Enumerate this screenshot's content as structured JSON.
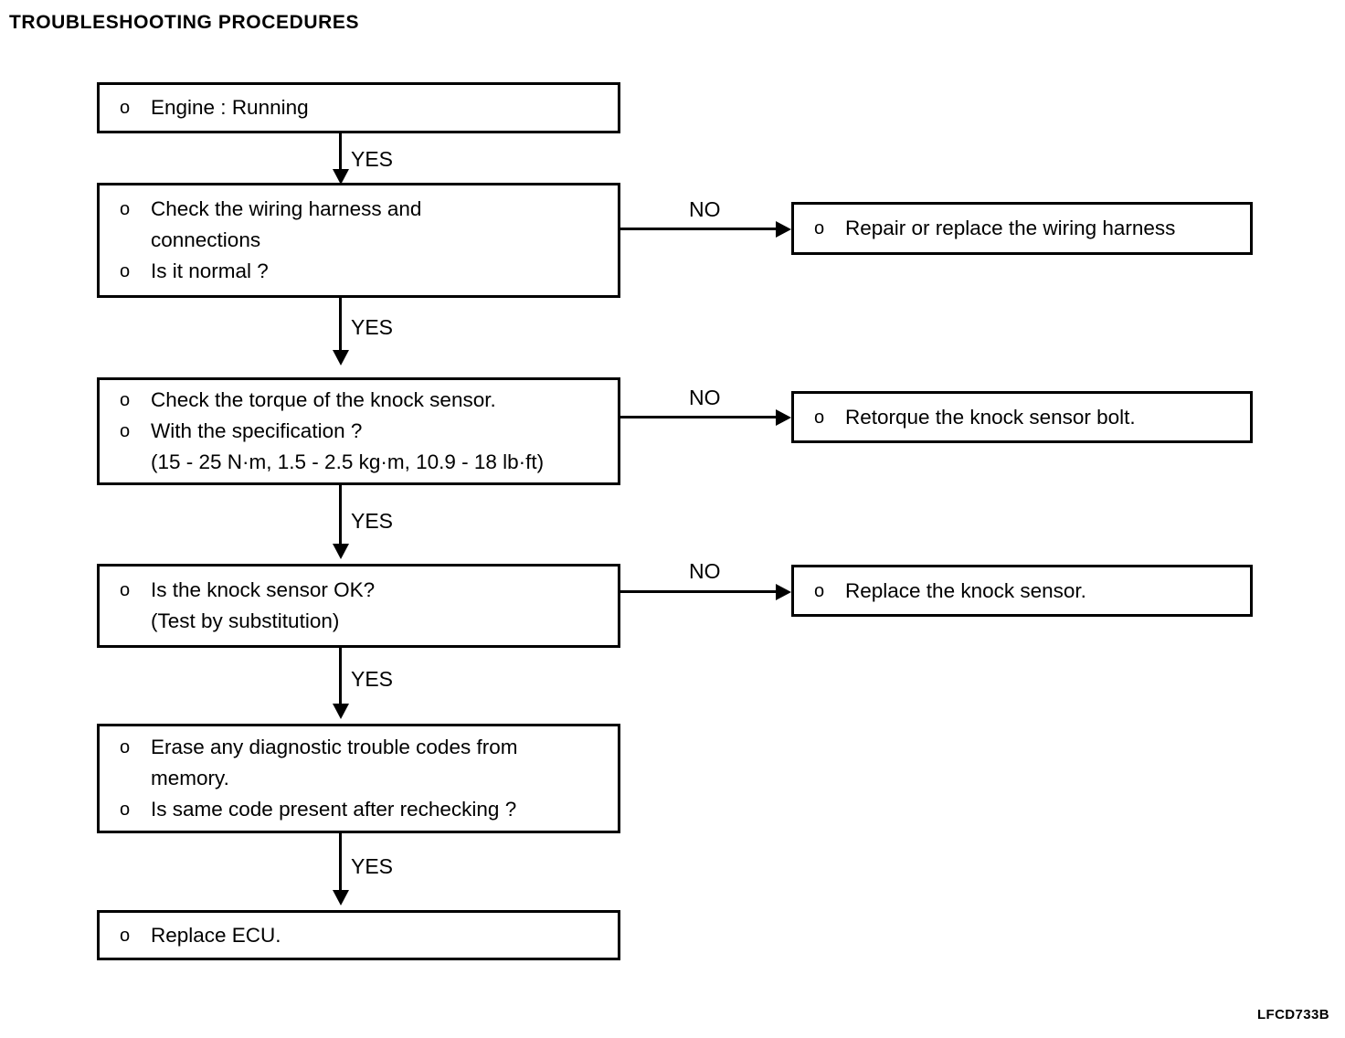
{
  "page": {
    "title": "TROUBLESHOOTING PROCEDURES",
    "figure_code": "LFCD733B",
    "background_color": "#ffffff",
    "line_color": "#000000"
  },
  "chart_data": {
    "type": "diagram",
    "diagram_type": "flowchart",
    "title": "TROUBLESHOOTING PROCEDURES",
    "orientation": "top-to-bottom with right branches",
    "nodes": [
      {
        "id": "n1",
        "lines": [
          {
            "bullet": "o",
            "text": "Engine : Running"
          }
        ]
      },
      {
        "id": "n2",
        "lines": [
          {
            "bullet": "o",
            "text": "Check the wiring harness and"
          },
          {
            "bullet": "",
            "text": "connections"
          },
          {
            "bullet": "o",
            "text": "Is it normal ?"
          }
        ]
      },
      {
        "id": "n3",
        "lines": [
          {
            "bullet": "o",
            "text": "Check the torque of the knock sensor."
          },
          {
            "bullet": "o",
            "text": "With the specification ?"
          },
          {
            "bullet": "",
            "text": "(15 - 25 N·m, 1.5 - 2.5 kg·m, 10.9 - 18 lb·ft)"
          }
        ]
      },
      {
        "id": "n4",
        "lines": [
          {
            "bullet": "o",
            "text": "Is the knock sensor OK?"
          },
          {
            "bullet": "",
            "text": "(Test by substitution)"
          }
        ]
      },
      {
        "id": "n5",
        "lines": [
          {
            "bullet": "o",
            "text": "Erase any diagnostic trouble codes from"
          },
          {
            "bullet": "",
            "text": "memory."
          },
          {
            "bullet": "o",
            "text": "Is same code present after rechecking ?"
          }
        ]
      },
      {
        "id": "n6",
        "lines": [
          {
            "bullet": "o",
            "text": "Replace ECU."
          }
        ]
      },
      {
        "id": "r1",
        "lines": [
          {
            "bullet": "o",
            "text": "Repair or replace the wiring harness"
          }
        ]
      },
      {
        "id": "r2",
        "lines": [
          {
            "bullet": "o",
            "text": "Retorque the knock sensor bolt."
          }
        ]
      },
      {
        "id": "r3",
        "lines": [
          {
            "bullet": "o",
            "text": "Replace the knock sensor."
          }
        ]
      }
    ],
    "edges": [
      {
        "from": "n1",
        "to": "n2",
        "label": "YES",
        "direction": "down"
      },
      {
        "from": "n2",
        "to": "r1",
        "label": "NO",
        "direction": "right"
      },
      {
        "from": "n2",
        "to": "n3",
        "label": "YES",
        "direction": "down"
      },
      {
        "from": "n3",
        "to": "r2",
        "label": "NO",
        "direction": "right"
      },
      {
        "from": "n3",
        "to": "n4",
        "label": "YES",
        "direction": "down"
      },
      {
        "from": "n4",
        "to": "r3",
        "label": "NO",
        "direction": "right"
      },
      {
        "from": "n4",
        "to": "n5",
        "label": "YES",
        "direction": "down"
      },
      {
        "from": "n5",
        "to": "n6",
        "label": "YES",
        "direction": "down"
      }
    ],
    "edge_labels": {
      "yes": "YES",
      "no": "NO"
    }
  }
}
